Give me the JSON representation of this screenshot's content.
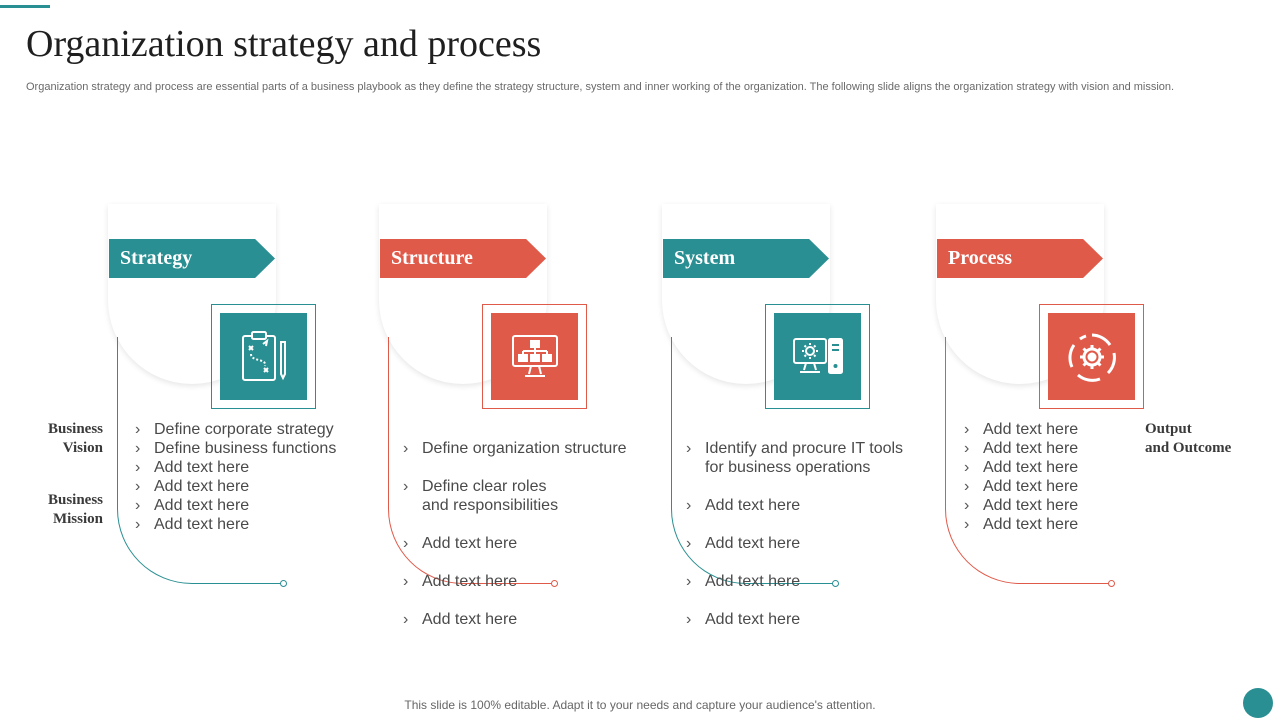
{
  "title": "Organization strategy and process",
  "subtitle": "Organization strategy and process are essential parts of a business playbook as they define the strategy structure, system and inner working of the organization. The following slide aligns the organization strategy with vision and mission.",
  "left_labels": {
    "vision": "Business\nVision",
    "mission": "Business\nMission"
  },
  "right_label": "Output\nand Outcome",
  "colors": {
    "teal": "#2a8f92",
    "red": "#e05a4a"
  },
  "columns": [
    {
      "heading": "Strategy",
      "icon": "clipboard-strategy-icon",
      "color": "#2a8f92",
      "bullets": [
        "Define corporate strategy",
        "Define business functions",
        "Add text here",
        "Add text here",
        "Add text here",
        "Add text here"
      ]
    },
    {
      "heading": "Structure",
      "icon": "org-chart-monitor-icon",
      "color": "#e05a4a",
      "bullets": [
        "Define organization structure",
        "Define clear roles\nand responsibilities",
        "Add text here",
        "Add text here",
        "Add text here"
      ]
    },
    {
      "heading": "System",
      "icon": "computer-gear-icon",
      "color": "#2a8f92",
      "bullets": [
        "Identify and procure IT tools\nfor business operations",
        "Add text here",
        "Add text here",
        "Add text here",
        "Add text here"
      ]
    },
    {
      "heading": "Process",
      "icon": "gear-cycle-icon",
      "color": "#e05a4a",
      "bullets": [
        "Add text here",
        "Add text here",
        "Add text here",
        "Add text here",
        "Add text here",
        "Add text here"
      ]
    }
  ],
  "footer": "This slide is 100% editable. Adapt it to your needs and capture your audience's attention."
}
